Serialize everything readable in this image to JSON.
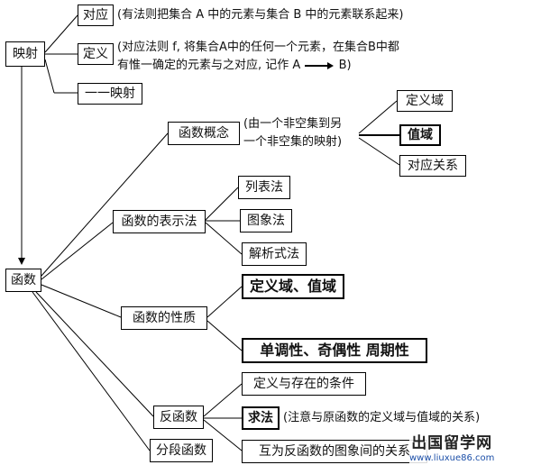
{
  "nodes": {
    "mapping": "映射",
    "correspondence": "对应",
    "correspondence_note": "(有法则把集合 A 中的元素与集合 B 中的元素联系起来)",
    "definition": "定义",
    "definition_note_1": "(对应法则 f, 将集合A中的任何一个元素，在集合B中都",
    "definition_note_2": "有惟一确定的元素与之对应, 记作 A",
    "definition_note_arrow": "B)",
    "one_to_one": "一一映射",
    "function": "函数",
    "function_concept": "函数概念",
    "function_concept_note_1": "(由一个非空集到另",
    "function_concept_note_2": "一个非空集的映射)",
    "domain": "定义域",
    "range": "值域",
    "correspondence_relation": "对应关系",
    "representation": "函数的表示法",
    "table_method": "列表法",
    "graph_method": "图象法",
    "formula_method": "解析式法",
    "properties": "函数的性质",
    "domain_range": "定义域、值域",
    "monotonic_parity_period": "单调性、奇偶性 周期性",
    "inverse": "反函数",
    "inverse_definition": "定义与存在的条件",
    "solve_method": "求法",
    "solve_note": "(注意与原函数的定义域与值域的关系)",
    "graph_relation": "互为反函数的图象间的关系",
    "piecewise": "分段函数"
  },
  "watermark": {
    "text": "出国留学网",
    "url": "www.liuxue86.com"
  }
}
